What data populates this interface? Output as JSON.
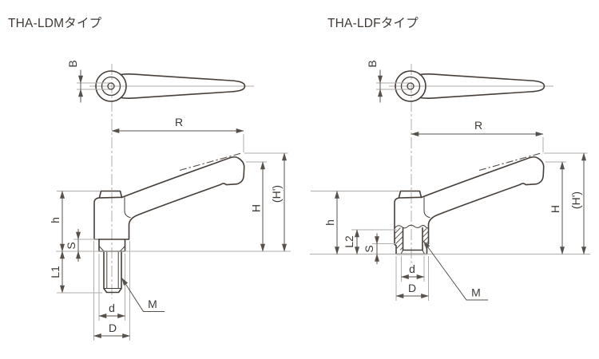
{
  "page": {
    "background": "#ffffff",
    "colors": {
      "outline": "#463e39",
      "dimension_lines": "#57514c",
      "extension_lines": "#b1adaa",
      "text": "#3f3a36"
    }
  },
  "diagrams": [
    {
      "id": "ldm",
      "title": "THA-LDMタイプ",
      "dims": {
        "B": "B",
        "R": "R",
        "h": "h",
        "S": "S",
        "L1": "L1",
        "d": "d",
        "D": "D",
        "M": "M",
        "H": "H",
        "H_prime": "(H')"
      }
    },
    {
      "id": "ldf",
      "title": "THA-LDFタイプ",
      "dims": {
        "B": "B",
        "R": "R",
        "h": "h",
        "L2": "L2",
        "S": "S",
        "d": "d",
        "D": "D",
        "M": "M",
        "H": "H",
        "H_prime": "(H')"
      }
    }
  ]
}
